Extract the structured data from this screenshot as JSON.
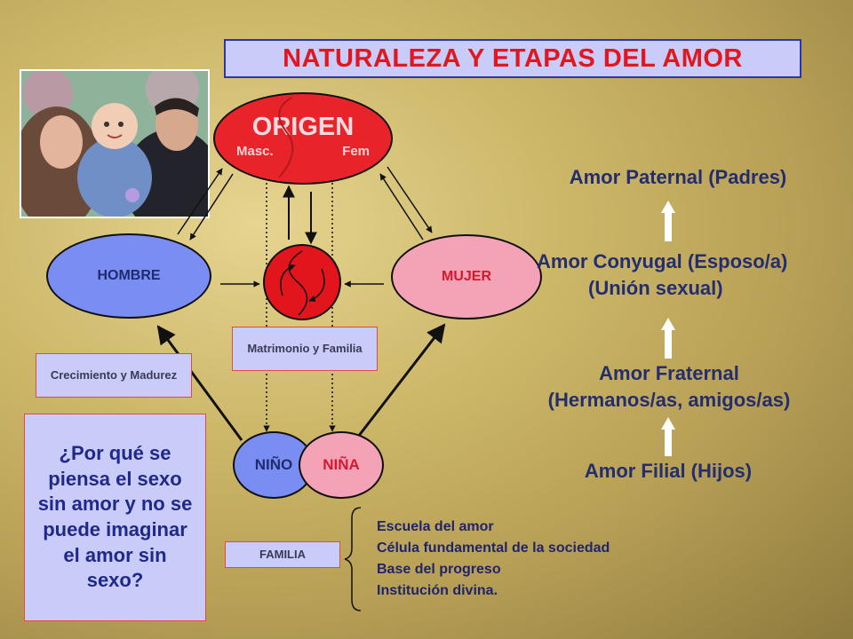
{
  "title": "NATURALEZA Y ETAPAS DEL AMOR",
  "origen": {
    "label": "ORIGEN",
    "masc": "Masc.",
    "fem": "Fem"
  },
  "nodes": {
    "hombre": "HOMBRE",
    "mujer": "MUJER",
    "nino": "NIÑO",
    "nina": "NIÑA"
  },
  "boxes": {
    "matrimonio": "Matrimonio y Familia",
    "crecimiento": "Crecimiento y Madurez",
    "familia": "FAMILIA"
  },
  "question": "¿Por qué se piensa el sexo sin amor y no se puede imaginar el amor sin sexo?",
  "stages": {
    "paternal": "Amor Paternal (Padres)",
    "conyugal_line1": "Amor Conyugal (Esposo/a)",
    "conyugal_line2": "(Unión sexual)",
    "fraternal_line1": "Amor Fraternal",
    "fraternal_line2": "(Hermanos/as, amigos/as)",
    "filial": "Amor Filial (Hijos)"
  },
  "familia_list": [
    "Escuela del amor",
    "Célula fundamental de la sociedad",
    "Base del progreso",
    "Institución divina."
  ],
  "colors": {
    "title_red": "#e2161e",
    "box_lavender": "#c9ccf9",
    "male_blue": "#7a8df3",
    "female_pink": "#f4a2b5",
    "origin_red": "#e8242a",
    "text_navy": "#242d6e"
  }
}
